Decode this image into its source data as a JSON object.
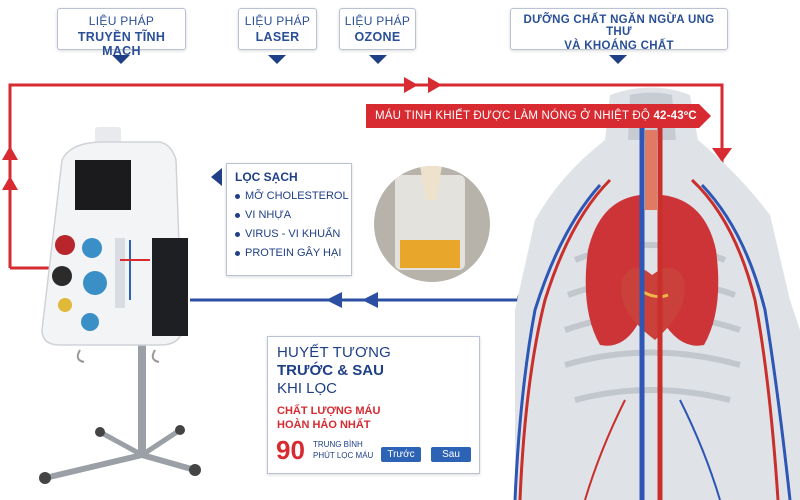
{
  "therapies": [
    {
      "line1": "LIỆU PHÁP",
      "line2": "TRUYỀN TĨNH MẠCH"
    },
    {
      "line1": "LIỆU PHÁP",
      "line2": "LASER"
    },
    {
      "line1": "LIỆU PHÁP",
      "line2": "OZONE"
    }
  ],
  "nutrients": {
    "line1": "DƯỠNG CHẤT NGĂN NGỪA UNG THƯ",
    "line2": "VÀ KHOÁNG CHẤT"
  },
  "banner": {
    "text": "MÁU TINH KHIẾT ĐƯỢC LÀM NÓNG Ở NHIỆT ĐỘ ",
    "temp": "42-43ºC"
  },
  "filter": {
    "title": "LỌC SẠCH",
    "items": [
      "MỠ CHOLESTEROL",
      "VI NHỰA",
      "VIRUS - VI KHUẨN",
      "PROTEIN GÂY HẠI"
    ]
  },
  "plasma": {
    "line1": "HUYẾT TƯƠNG",
    "line2": "TRƯỚC & SAU",
    "line3": "KHI LỌC",
    "quality1": "CHẤT LƯỢNG MÁU",
    "quality2": "HOÀN HẢO NHẤT",
    "minutes": "90",
    "minutes_label1": "TRUNG BÌNH",
    "minutes_label2": "PHÚT LỌC MÁU",
    "before": "Trước",
    "after": "Sau"
  },
  "colors": {
    "red": "#d72a31",
    "blue": "#2d4fa3",
    "navy": "#1f3f86"
  }
}
